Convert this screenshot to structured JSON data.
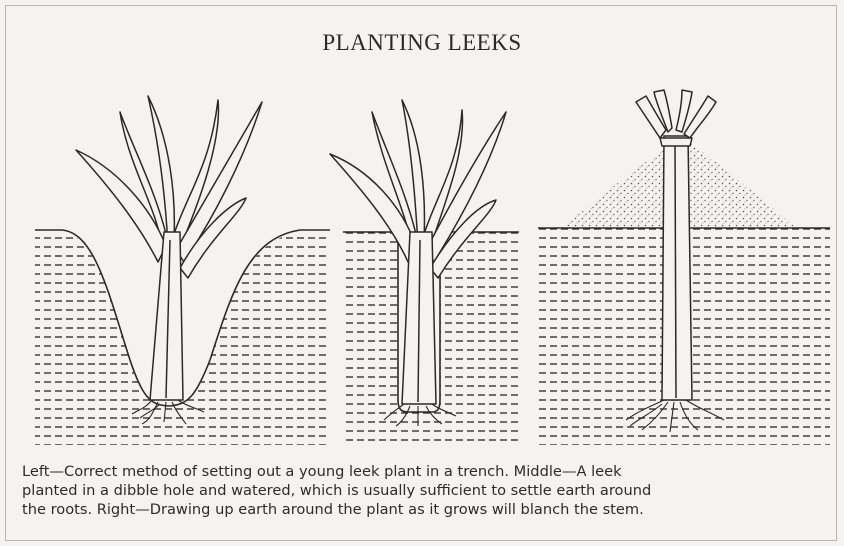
{
  "title": "PLANTING LEEKS",
  "caption": {
    "line1": "Left—Correct method of setting out a young leek plant in a trench.  Middle—A leek",
    "line2": "planted in a dibble hole and watered, which is usually sufficient to settle earth around",
    "line3": "the roots.  Right—Drawing up earth around the plant as it grows will blanch the stem."
  }
}
